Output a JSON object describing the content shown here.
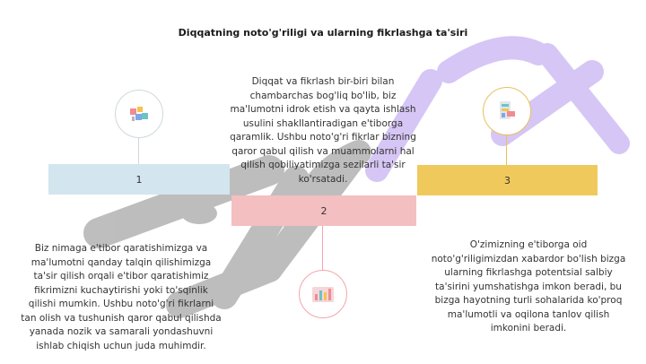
{
  "title": "Diqqatning noto'g'riligi va ularning fikrlashga ta'siri",
  "steps": [
    {
      "number": "1",
      "icon": "blocks-icon",
      "text": "Biz nimaga e'tibor qaratishimizga va ma'lumotni qanday talqin qilishimizga ta'sir qilish orqali e'tibor qaratishimiz fikrimizni kuchaytirishi yoki to'sqinlik qilishi mumkin. Ushbu noto'g'ri fikrlarni tan olish va tushunish qaror qabul qilishda yanada nozik va samarali yondashuvni ishlab chiqish uchun juda muhimdir."
    },
    {
      "number": "2",
      "icon": "chart-icon",
      "text": "Diqqat va fikrlash bir-biri bilan chambarchas bog'liq bo'lib, biz ma'lumotni idrok etish va qayta ishlash usulini shakllantiradigan e'tiborga qaramlik. Ushbu noto'g'ri fikrlar bizning qaror qabul qilish va muammolarni hal qilish qobiliyatimizga sezilarli ta'sir ko'rsatadi."
    },
    {
      "number": "3",
      "icon": "checklist-icon",
      "text": "O'zimizning e'tiborga oid noto'g'riligimizdan xabardor bo'lish bizga ularning fikrlashga potentsial salbiy ta'sirini yumshatishga imkon beradi, bu bizga hayotning turli sohalarida ko'proq ma'lumotli va oqilona tanlov qilish imkonini beradi."
    }
  ],
  "colors": {
    "bar1": "#d3e5ee",
    "bar2": "#f4bfc1",
    "bar3": "#f0c95c",
    "watermark_gray": "#a8a8a8",
    "watermark_purple": "#c9b4f2"
  }
}
